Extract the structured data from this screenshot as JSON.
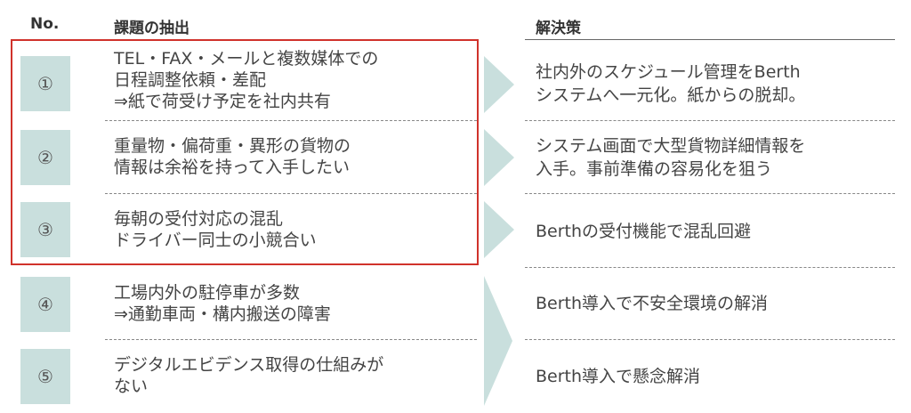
{
  "header": {
    "no": "No.",
    "issue": "課題の抽出",
    "solution": "解決策"
  },
  "rows": [
    {
      "no": "①",
      "issue": "TEL・FAX・メールと複数媒体での\n日程調整依頼・差配\n⇒紙で荷受け予定を社内共有",
      "solution": "社内外のスケジュール管理をBerth\nシステムへ一元化。紙からの脱却。"
    },
    {
      "no": "②",
      "issue": "重量物・偏荷重・異形の貨物の\n情報は余裕を持って入手したい",
      "solution": "システム画面で大型貨物詳細情報を\n入手。事前準備の容易化を狙う"
    },
    {
      "no": "③",
      "issue": "毎朝の受付対応の混乱\nドライバー同士の小競合い",
      "solution": "Berthの受付機能で混乱回避"
    },
    {
      "no": "④",
      "issue": "工場内外の駐停車が多数\n⇒通勤車両・構内搬送の障害",
      "solution": "Berth導入で不安全環境の解消"
    },
    {
      "no": "⑤",
      "issue": "デジタルエビデンス取得の仕組みが\nない",
      "solution": "Berth導入で懸念解消"
    }
  ],
  "colors": {
    "accent": "#c9dfdd",
    "highlight": "#d0322b"
  }
}
